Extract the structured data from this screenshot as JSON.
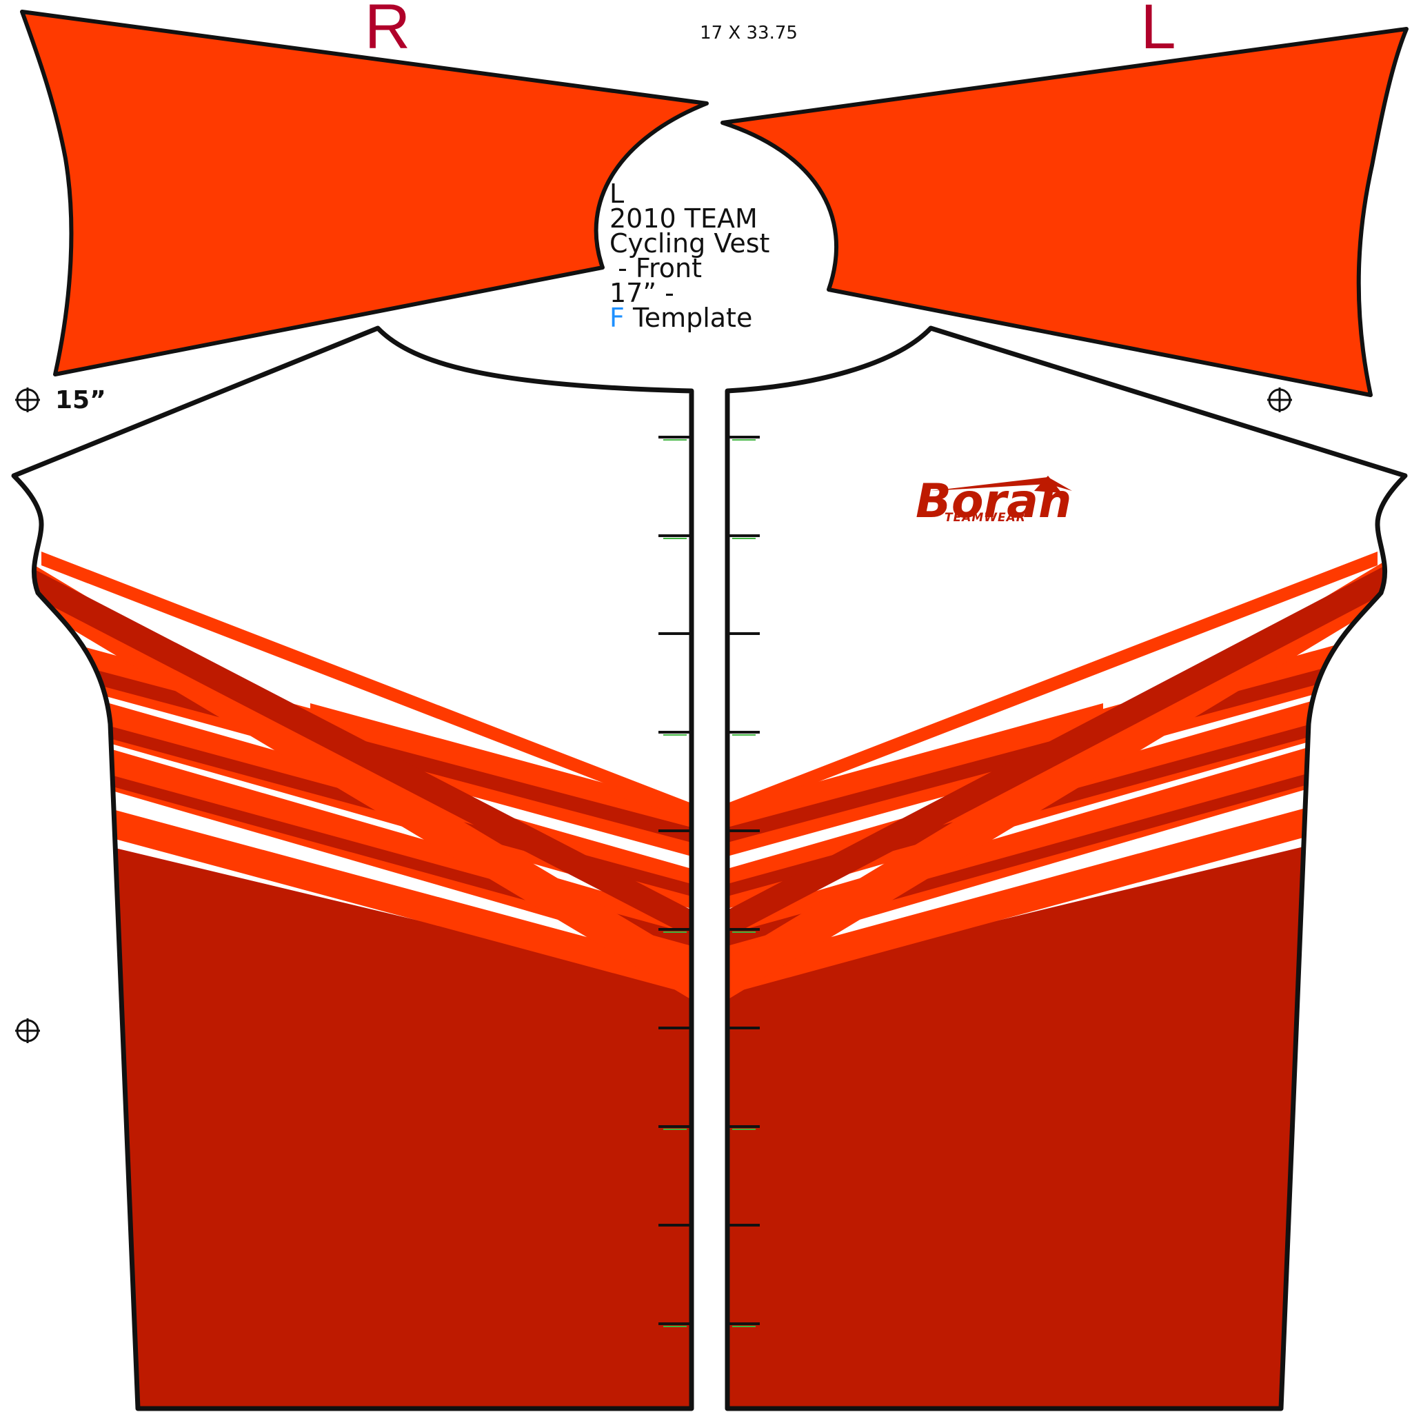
{
  "template": {
    "dimensions": "17 X 33.75",
    "right_label": "R",
    "left_label": "L",
    "info_lines": [
      "L",
      "2010 TEAM",
      "Cycling Vest",
      " - Front",
      "17” -"
    ],
    "info_last_prefix": "F",
    "info_last_suffix": " Template",
    "measure_label": "15”"
  },
  "logo": {
    "name": "Borah",
    "tagline": "TEAMWEAR"
  },
  "registration_marks": [
    "crosshair-icon",
    "crosshair-icon",
    "crosshair-icon"
  ],
  "colors": {
    "orange": "#ff3a00",
    "dark_red": "#be1a00",
    "outline": "#111111",
    "label_red": "#b0002a",
    "accent_blue": "#1e90ff",
    "tick_green": "#3fb43f"
  }
}
